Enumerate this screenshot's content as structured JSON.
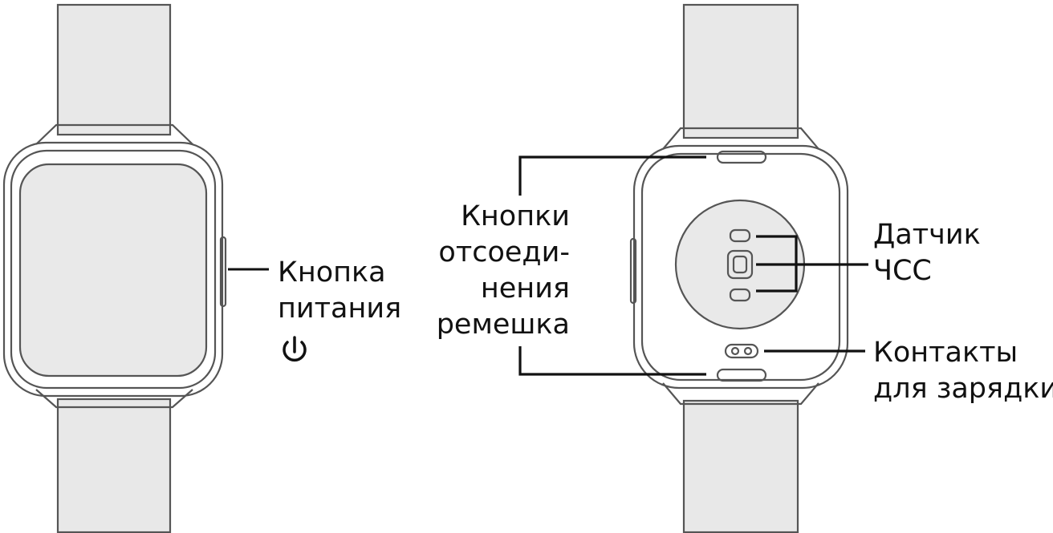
{
  "labels": {
    "power_button": [
      "Кнопка",
      "питания"
    ],
    "strap_release": [
      "Кнопки",
      "отсоеди-",
      "нения",
      "ремешка"
    ],
    "hr_sensor": [
      "Датчик",
      "ЧСС"
    ],
    "charging_contacts": [
      "Контакты",
      "для зарядки"
    ]
  },
  "icons": {
    "power": "power-icon"
  },
  "colors": {
    "outline": "#555555",
    "screen": "#e9e9e9",
    "strap": "#e8e8e8",
    "leader": "#111111"
  }
}
